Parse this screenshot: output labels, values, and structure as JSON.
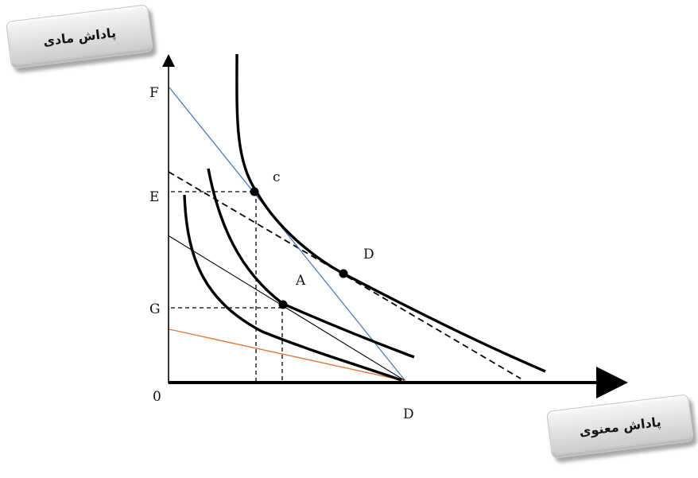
{
  "badges": {
    "material_reward": "پاداش مادی",
    "spiritual_reward": "پاداش معنوی"
  },
  "axis_labels": {
    "origin": "0",
    "F": "F",
    "E": "E",
    "G": "G",
    "D_axis": "D"
  },
  "point_labels": {
    "c": "c",
    "D": "D",
    "A": "A"
  },
  "colors": {
    "budget_line_F": "#4a7cc0",
    "budget_line_low": "#e07a3c",
    "curves": "#000000"
  }
}
